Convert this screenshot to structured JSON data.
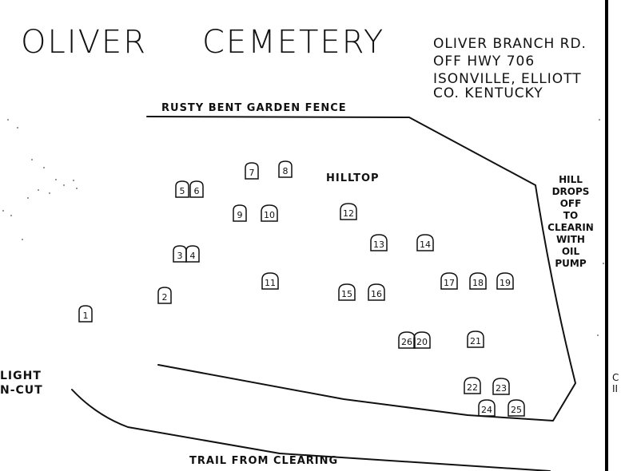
{
  "title": {
    "word1": "OLIVER",
    "word2": "CEMETERY"
  },
  "address": [
    "OLIVER BRANCH RD.",
    "OFF HWY 706",
    "ISONVILLE, ELLIOTT",
    "CO. KENTUCKY"
  ],
  "labels": {
    "fence": "RUSTY BENT GARDEN FENCE",
    "hilltop": "HILLTOP",
    "east_edge": [
      "HILL",
      "DROPS",
      "OFF",
      "TO",
      "CLEARIN",
      "WITH",
      "OIL",
      "PUMP"
    ],
    "trail": "TRAIL FROM CLEARING",
    "left_edge": [
      "LIGHT",
      "N-CUT"
    ],
    "right_edge_fragment": [
      "C",
      "II"
    ]
  },
  "graves": [
    {
      "id": "1",
      "label": "1"
    },
    {
      "id": "2",
      "label": "2"
    },
    {
      "id": "3",
      "label": "3"
    },
    {
      "id": "4",
      "label": "4"
    },
    {
      "id": "5",
      "label": "5"
    },
    {
      "id": "6",
      "label": "6"
    },
    {
      "id": "7",
      "label": "7"
    },
    {
      "id": "8",
      "label": "8"
    },
    {
      "id": "9",
      "label": "9"
    },
    {
      "id": "10",
      "label": "10"
    },
    {
      "id": "11",
      "label": "11"
    },
    {
      "id": "12",
      "label": "12"
    },
    {
      "id": "13",
      "label": "13"
    },
    {
      "id": "14",
      "label": "14"
    },
    {
      "id": "15",
      "label": "15"
    },
    {
      "id": "16",
      "label": "16"
    },
    {
      "id": "17",
      "label": "17"
    },
    {
      "id": "18",
      "label": "18"
    },
    {
      "id": "19",
      "label": "19"
    },
    {
      "id": "20",
      "label": "20"
    },
    {
      "id": "21",
      "label": "21"
    },
    {
      "id": "22",
      "label": "22"
    },
    {
      "id": "23",
      "label": "23"
    },
    {
      "id": "24",
      "label": "24"
    },
    {
      "id": "25",
      "label": "25"
    },
    {
      "id": "26",
      "label": "26"
    }
  ]
}
